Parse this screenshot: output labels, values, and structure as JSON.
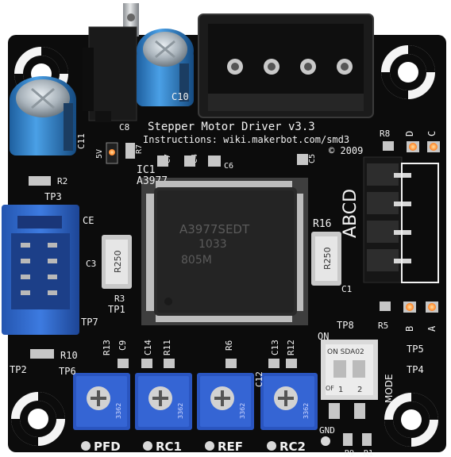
{
  "board": {
    "title": "Stepper Motor Driver v3.3",
    "instructions": "Instructions: wiki.makerbot.com/smd3",
    "copyright": "© 2009",
    "ic_ref": "IC1",
    "ic_part": "A3977",
    "chip_marking": [
      "A3977SEDT",
      "1033",
      "805M"
    ],
    "resistor_marking": "R250",
    "trimmer_marking": "3362",
    "header_label": "ABCD",
    "switch_marking": "ON SDA02",
    "switch_pos": [
      "1",
      "2"
    ],
    "switch_off": "OF",
    "labels": {
      "c10": "C10",
      "c11": "C11",
      "c8": "C8",
      "c7": "C7",
      "c4": "C4",
      "c6": "C6",
      "c5": "C5",
      "r8": "R8",
      "d": "D",
      "c": "C",
      "r2": "R2",
      "tp3": "TP3",
      "r7": "R7",
      "fivev": "5V",
      "r3": "R3",
      "c3": "C3",
      "tp1": "TP1",
      "tp7": "TP7",
      "r16": "R16",
      "c1": "C1",
      "r5": "R5",
      "b": "B",
      "a": "A",
      "tp8": "TP8",
      "on": "ON",
      "tp5": "TP5",
      "tp4": "TP4",
      "r13": "R13",
      "c9": "C9",
      "c14": "C14",
      "r11": "R11",
      "r6": "R6",
      "c13": "C13",
      "r12": "R12",
      "c12": "C12",
      "r10": "R10",
      "tp2": "TP2",
      "tp6": "TP6",
      "pfd": "PFD",
      "rc1": "RC1",
      "ref": "REF",
      "rc2": "RC2",
      "gnd": "GND",
      "mode": "MODE",
      "r9": "R9",
      "r1": "R1",
      "ce": "CE"
    }
  },
  "colors": {
    "pcb": "#0c0c0c",
    "silkscreen": "#f2f2f2",
    "blue_header": "#2f68c8",
    "trimmer_blue": "#2a55c0",
    "capacitor_blue": "#2d7fc9",
    "led_orange": "#ff8a2a"
  }
}
